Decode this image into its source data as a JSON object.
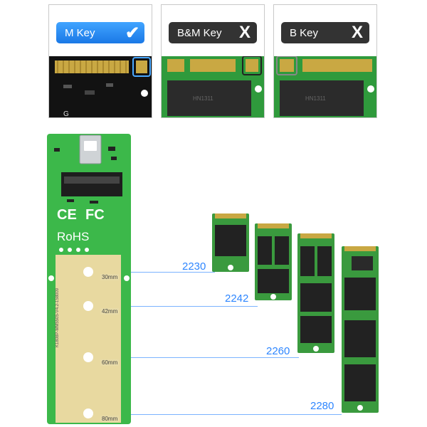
{
  "keys": [
    {
      "label": "M Key",
      "status": "✔",
      "compatible": true
    },
    {
      "label": "B&M Key",
      "status": "X",
      "compatible": false
    },
    {
      "label": "B Key",
      "status": "X",
      "compatible": false
    }
  ],
  "board": {
    "certifications": [
      "CE",
      "FC",
      "RoHS"
    ],
    "mount_positions": [
      "30mm",
      "42mm",
      "60mm",
      "80mm"
    ],
    "silkscreen": "K1808P-MM5505-V4.2-158009"
  },
  "ssd_sizes": [
    "2230",
    "2242",
    "2260",
    "2280"
  ],
  "colors": {
    "pcb_green": "#3cb84a",
    "gold": "#e8d9a0",
    "accent_blue": "#2e86ff",
    "check_blue": "#1a78e6",
    "dark_pill": "#333333"
  }
}
